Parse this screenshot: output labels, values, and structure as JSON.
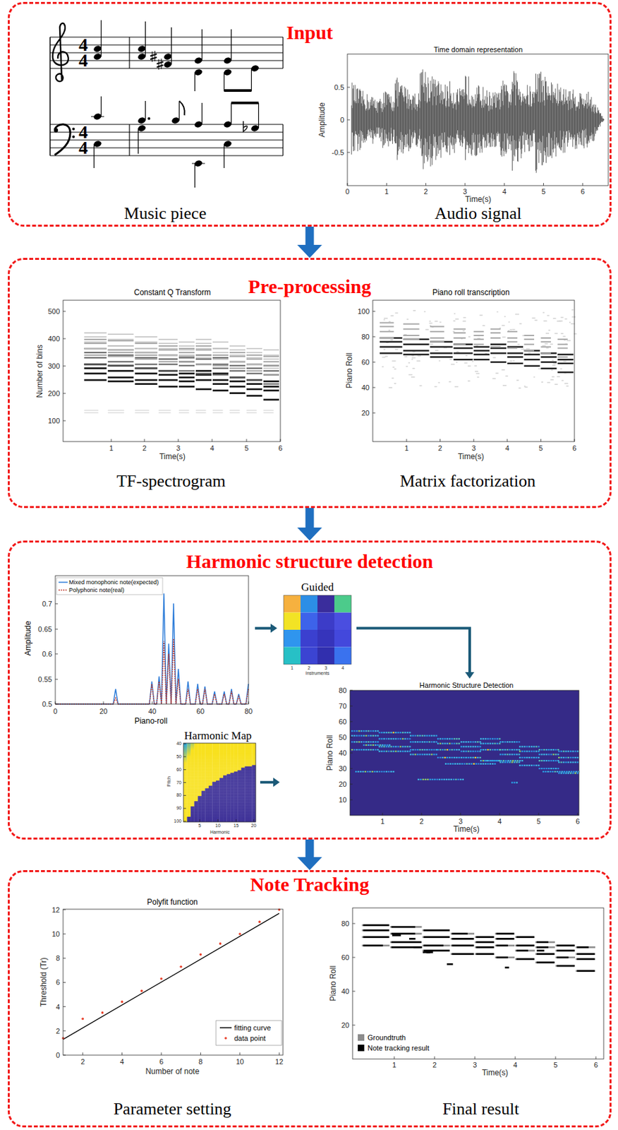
{
  "diagram": {
    "nodes": [
      {
        "text": [
          "Input"
        ]
      },
      {
        "text": [
          "Music piece"
        ],
        "in": 0
      },
      {
        "text": [
          "Time domain representation",
          "Audio signal"
        ],
        "in": 0
      },
      {
        "text": [
          "Pre-processing"
        ]
      },
      {
        "text": [
          "Constant Q Transform",
          "TF-spectrogram"
        ],
        "in": 3
      },
      {
        "text": [
          "Piano roll transcription",
          "Matrix factorization"
        ],
        "in": 3
      },
      {
        "text": [
          "Harmonic structure detection"
        ]
      },
      {
        "text": [
          "Amplitude",
          "Piano-roll"
        ],
        "in": 6
      },
      {
        "text": [
          "Guided"
        ],
        "in": 6
      },
      {
        "text": [
          "Harmonic Map"
        ],
        "in": 6
      },
      {
        "text": [
          "Harmonic Structure Detection"
        ],
        "in": 6
      },
      {
        "text": [
          "Note Tracking"
        ]
      },
      {
        "text": [
          "Polyfit function",
          "Parameter setting"
        ],
        "in": 11
      },
      {
        "text": [
          "Final result"
        ],
        "in": 11
      }
    ],
    "edges": [
      {
        "from": 0,
        "to": 3,
        "arrow": "to"
      },
      {
        "from": 3,
        "to": 6,
        "arrow": "to"
      },
      {
        "from": 6,
        "to": 11,
        "arrow": "to"
      },
      {
        "from": 7,
        "to": 8,
        "arrow": "to"
      },
      {
        "from": 8,
        "to": 10,
        "arrow": "to"
      },
      {
        "from": 9,
        "to": 10,
        "arrow": "to"
      }
    ],
    "labels": [
      "0.5",
      "0",
      "-0.5",
      "0",
      "1",
      "2",
      "3",
      "4",
      "5",
      "6",
      "Time(s)",
      "Amplitude",
      "4",
      "4",
      "4",
      "4",
      "500",
      "400",
      "300",
      "200",
      "100",
      "1",
      "2",
      "3",
      "4",
      "5",
      "6",
      "Time(s)",
      "Number of bins",
      "100",
      "80",
      "60",
      "40",
      "20",
      "1",
      "2",
      "3",
      "4",
      "5",
      "6",
      "Time(s)",
      "Piano Roll",
      "0.7",
      "0.65",
      "0.6",
      "0.55",
      "0.5",
      "0",
      "20",
      "40",
      "60",
      "80",
      "1",
      "2",
      "3",
      "4",
      "Instruments",
      "40",
      "50",
      "60",
      "70",
      "80",
      "90",
      "100",
      "5",
      "10",
      "15",
      "20",
      "Pitch",
      "Harmonic",
      "80",
      "70",
      "60",
      "50",
      "40",
      "30",
      "20",
      "10",
      "1",
      "2",
      "3",
      "4",
      "5",
      "6",
      "Time(s)",
      "Piano Roll",
      "0",
      "2",
      "4",
      "6",
      "8",
      "10",
      "12",
      "2",
      "4",
      "6",
      "8",
      "10",
      "12",
      "Number of note",
      "Threshold (Tr)",
      "80",
      "60",
      "40",
      "20",
      "1",
      "2",
      "3",
      "4",
      "5",
      "6",
      "Time(s)",
      "Piano Roll"
    ],
    "legend": [
      {
        "text": "Mixed monophonic note(expected)"
      },
      {
        "text": "Polyphonic note(real)"
      },
      {
        "text": "fitting curve"
      },
      {
        "text": "data point"
      },
      {
        "text": "Groundtruth",
        "color": "#8c8c8c"
      },
      {
        "text": "Note tracking result",
        "color": "#000000"
      }
    ]
  }
}
